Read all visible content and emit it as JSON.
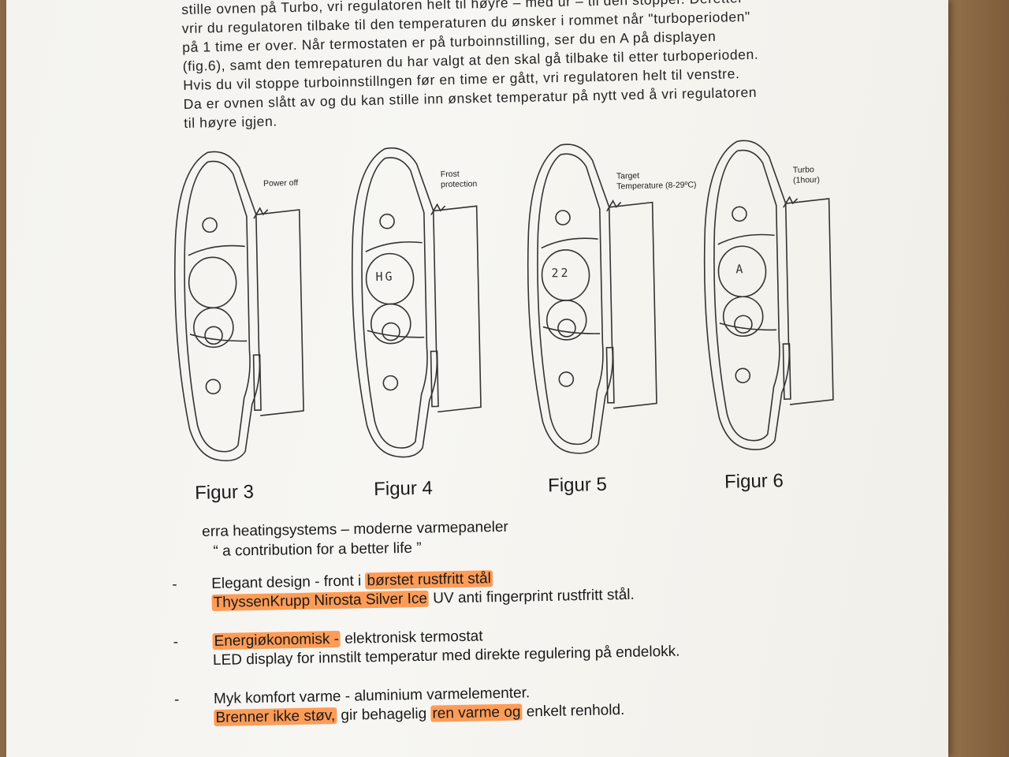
{
  "intro": {
    "lines": [
      "stille ovnen på Turbo, vri regulatoren helt til høyre – med ur – til den stopper. Deretter",
      "vrir du regulatoren tilbake til den temperaturen du ønsker i rommet når \"turboperioden\"",
      "på 1 time er over. Når termostaten er på turboinnstilling, ser du en A på displayen",
      "(fig.6), samt den temrepaturen du har valgt at den skal gå tilbake til etter turboperioden.",
      "Hvis du vil stoppe turboinnstillngen før en time er gått, vri regulatoren helt til venstre.",
      "Da er ovnen slått av og du kan stille inn ønsket temperatur på nytt ved å vri regulatoren",
      "til høyre igjen."
    ]
  },
  "figures": [
    {
      "label": "Figur 3",
      "annotation": "Power off",
      "display": ""
    },
    {
      "label": "Figur 4",
      "annotation_line1": "Frost",
      "annotation_line2": "protection",
      "display": "HG"
    },
    {
      "label": "Figur 5",
      "annotation_line1": "Target",
      "annotation_line2": "Temperature (8-29ºC)",
      "display": "22"
    },
    {
      "label": "Figur 6",
      "annotation_line1": "Turbo",
      "annotation_line2": "(1hour)",
      "display": "A"
    }
  ],
  "brand": {
    "name": "erra  heatingsystems – moderne varmepaneler",
    "tagline": "“ a contribution for a better life ”"
  },
  "bullets": [
    {
      "dash": "-",
      "line1_plain": "Elegant design - front i ",
      "line1_hl": "børstet rustfritt stål",
      "line2_hl": "ThyssenKrupp Nirosta Silver Ice",
      "line2_plain": " UV anti fingerprint rustfritt stål."
    },
    {
      "dash": "-",
      "line1_hl": "Energiøkonomisk -",
      "line1_plain": " elektronisk termostat",
      "line2_plain": "LED display for innstilt temperatur med direkte regulering på endelokk."
    },
    {
      "dash": "-",
      "line1_plain": "Myk komfort varme - aluminium varmelementer.",
      "line2_hl1": "Brenner ikke støv,",
      "line2_plain1": " gir behagelig ",
      "line2_hl2": "ren varme og",
      "line2_plain2": " enkelt renhold."
    }
  ],
  "colors": {
    "highlight": "#ff8c3c",
    "paper": "#f4f3ef",
    "ink": "#1a1a1a"
  }
}
